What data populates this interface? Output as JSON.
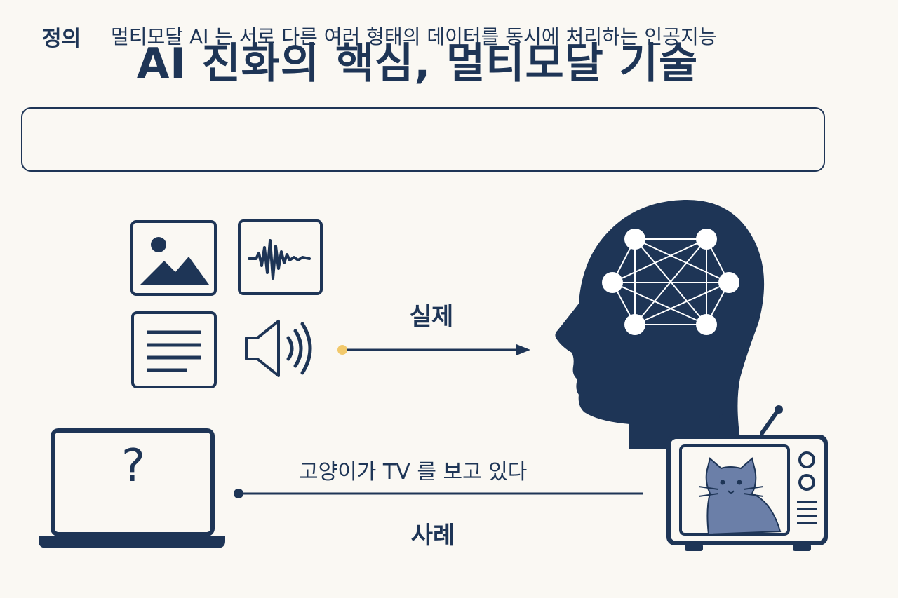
{
  "title": "AI 진화의 핵심, 멀티모달 기술",
  "definition": {
    "label": "정의",
    "text": "멀티모달 AI 는 서로 다른 여러 형태의 데이터를 동시에 처리하는 인공지능"
  },
  "diagram": {
    "input_label": "실제",
    "example_label": "사례",
    "example_text": "고양이가 TV 를 보고 있다",
    "laptop_symbol": "?"
  },
  "icons": [
    "image-icon",
    "audio-waveform-icon",
    "text-document-icon",
    "speaker-icon",
    "ai-head-neural-network-icon",
    "tv-cat-icon",
    "laptop-question-icon"
  ],
  "colors": {
    "primary": "#1e3556",
    "background": "#faf8f3",
    "accent_dot": "#f2c96b",
    "cat": "#6b7fa8"
  }
}
